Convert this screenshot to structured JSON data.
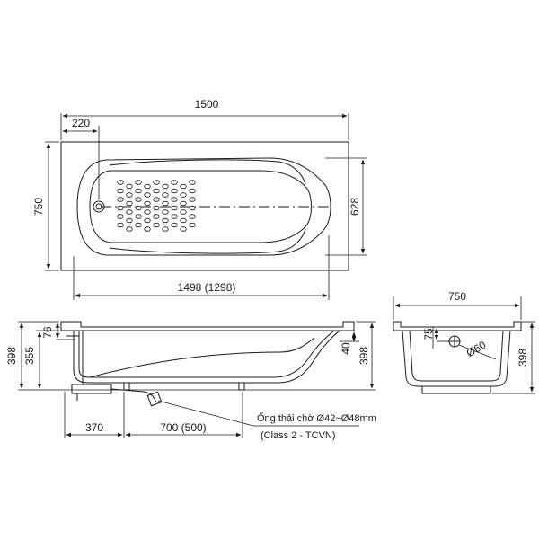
{
  "top_view": {
    "overall_length": "1500",
    "drain_offset": "220",
    "overall_width": "750",
    "inner_width": "628",
    "inner_length": "1498 (1298)"
  },
  "side_view": {
    "total_height": "398",
    "height_355": "355",
    "rim_76": "76",
    "rim_40": "40",
    "right_height": "398",
    "drain_to_end": "370",
    "drain_length": "700 (500)",
    "pipe_note_line1": "Ống thải chờ Ø42~Ø48mm",
    "pipe_note_line2": "(Class 2 - TCVN)"
  },
  "end_view": {
    "width": "750",
    "offset_75": "75",
    "hole_diameter": "Ø60",
    "height": "398"
  }
}
